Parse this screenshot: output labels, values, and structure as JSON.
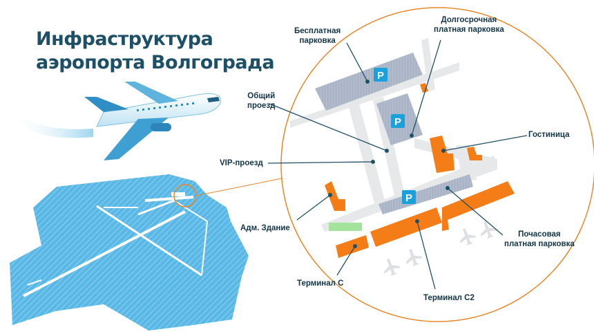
{
  "title": {
    "line1": "Инфраструктура",
    "line2": "аэропорта Волгограда"
  },
  "labels": {
    "free_parking": [
      "Бесплатная",
      "парковка"
    ],
    "longterm_parking": [
      "Долгосрочная",
      "платная парковка"
    ],
    "common_passage": [
      "Общий",
      "проезд"
    ],
    "hotel": "Гостиница",
    "vip_passage": "VIP-проезд",
    "admin_building": "Адм. Здание",
    "hourly_parking": [
      "Почасовая",
      "платная парковка"
    ],
    "terminal_c": "Терминал С",
    "terminal_c2": "Терминал С2"
  },
  "parking_sign": "P",
  "colors": {
    "title": "#1d4f66",
    "terrain": "#59b8e6",
    "circle": "#e8872a",
    "building": "#f57d17",
    "road": "#e6e8ea",
    "parking": "#a9b4c6",
    "sign": "#1aa1dc",
    "green": "#a3e39b",
    "leader": "#1d4f66"
  }
}
